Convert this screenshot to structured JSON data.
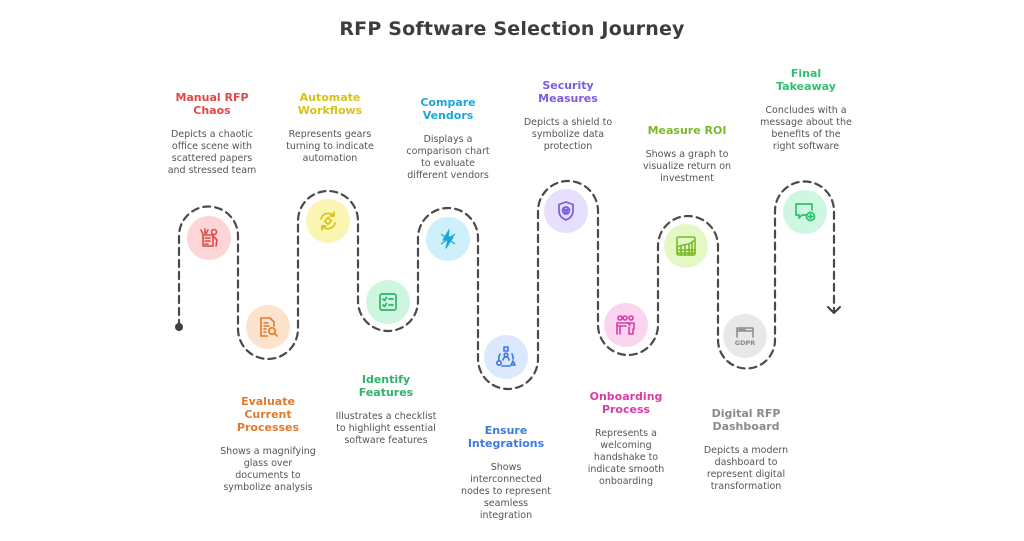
{
  "title": "RFP Software Selection Journey",
  "steps": [
    {
      "title": "Manual RFP Chaos",
      "description": "Depicts a chaotic office scene with scattered papers and stressed team",
      "icon": "stressed-person-document-icon",
      "color": "#e04848",
      "bg": "#fcd6d6"
    },
    {
      "title": "Evaluate Current Processes",
      "description": "Shows a magnifying glass over documents to symbolize analysis",
      "icon": "document-search-icon",
      "color": "#e07a2e",
      "bg": "#fde2cc"
    },
    {
      "title": "Automate Workflows",
      "description": "Represents gears turning to indicate automation",
      "icon": "gear-refresh-icon",
      "color": "#d8c21a",
      "bg": "#fbf5b4"
    },
    {
      "title": "Identify Features",
      "description": "Illustrates a checklist to highlight essential software features",
      "icon": "checklist-icon",
      "color": "#2fb36a",
      "bg": "#cef6df"
    },
    {
      "title": "Compare Vendors",
      "description": "Displays a comparison chart to evaluate different vendors",
      "icon": "compare-chart-icon",
      "color": "#1aa7d8",
      "bg": "#cdf0fb"
    },
    {
      "title": "Ensure Integrations",
      "description": "Shows interconnected nodes to represent seamless integration",
      "icon": "connected-nodes-icon",
      "color": "#3a7be0",
      "bg": "#dbe8fd"
    },
    {
      "title": "Security Measures",
      "description": "Depicts a shield to symbolize data protection",
      "icon": "shield-icon",
      "color": "#7b5ce0",
      "bg": "#e6e0fd"
    },
    {
      "title": "Onboarding Process",
      "description": "Represents a welcoming handshake to indicate smooth onboarding",
      "icon": "people-handshake-icon",
      "color": "#d83ca6",
      "bg": "#fbd5ef"
    },
    {
      "title": "Measure ROI",
      "description": "Shows a graph to visualize return on investment",
      "icon": "graph-icon",
      "color": "#7cb82a",
      "bg": "#e4f8c6"
    },
    {
      "title": "Digital RFP Dashboard",
      "description": "Depicts a modern dashboard to represent digital transformation",
      "icon": "gdpr-dashboard-icon",
      "color": "#8a8a8a",
      "bg": "#e8e8e8"
    },
    {
      "title": "Final Takeaway",
      "description": "Concludes with a message about the benefits of the right software",
      "icon": "message-plus-icon",
      "color": "#2fbf72",
      "bg": "#cdf7e0"
    }
  ]
}
